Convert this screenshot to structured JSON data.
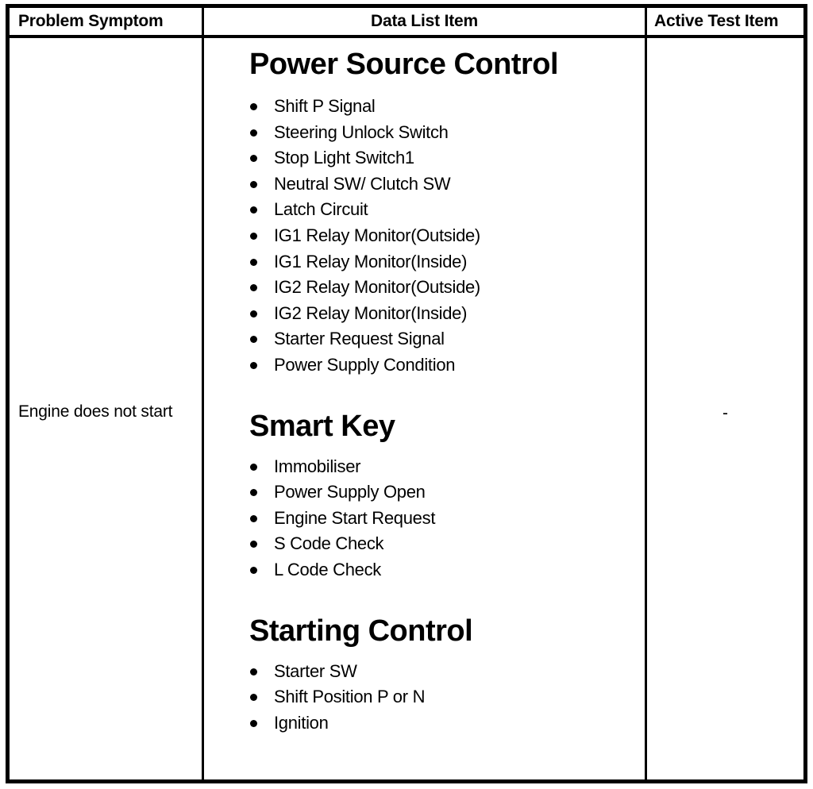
{
  "table": {
    "headers": {
      "symptom": "Problem Symptom",
      "data_list": "Data List Item",
      "active_test": "Active Test Item"
    },
    "row": {
      "symptom": "Engine does not start",
      "active_test": "-",
      "sections": [
        {
          "heading": "Power Source Control",
          "items": [
            "Shift P Signal",
            "Steering Unlock Switch",
            "Stop Light Switch1",
            "Neutral SW/ Clutch SW",
            "Latch Circuit",
            "IG1 Relay Monitor(Outside)",
            "IG1 Relay Monitor(Inside)",
            "IG2 Relay Monitor(Outside)",
            "IG2 Relay Monitor(Inside)",
            "Starter Request Signal",
            "Power Supply Condition"
          ]
        },
        {
          "heading": "Smart Key",
          "items": [
            "Immobiliser",
            "Power Supply Open",
            "Engine Start Request",
            "S Code Check",
            "L Code Check"
          ]
        },
        {
          "heading": "Starting Control",
          "items": [
            "Starter SW",
            "Shift Position P or N",
            "Ignition"
          ]
        }
      ]
    }
  },
  "colors": {
    "border": "#000000",
    "text": "#000000",
    "background": "#ffffff"
  }
}
